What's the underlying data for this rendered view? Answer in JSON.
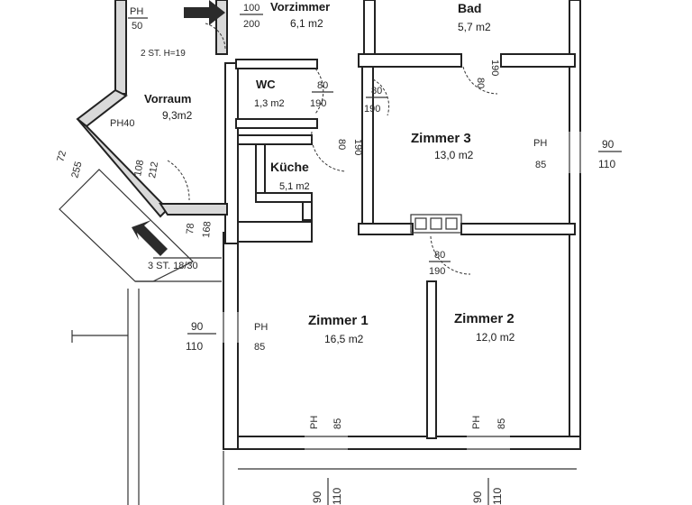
{
  "rooms": {
    "vorzimmer": {
      "name": "Vorzimmer",
      "area": "6,1 m2"
    },
    "bad": {
      "name": "Bad",
      "area": "5,7 m2"
    },
    "vorraum": {
      "name": "Vorraum",
      "area": "9,3m2"
    },
    "wc": {
      "name": "WC",
      "area": "1,3 m2"
    },
    "zimmer3": {
      "name": "Zimmer 3",
      "area": "13,0 m2"
    },
    "kueche": {
      "name": "Küche",
      "area": "5,1 m2"
    },
    "zimmer1": {
      "name": "Zimmer 1",
      "area": "16,5 m2"
    },
    "zimmer2": {
      "name": "Zimmer 2",
      "area": "12,0 m2"
    }
  },
  "dimensions": {
    "ph50": [
      "PH",
      "50"
    ],
    "door100_200": [
      "100",
      "200"
    ],
    "stairs2": "2 ST. H=19",
    "ph40": "PH40",
    "d72_255": [
      "72",
      "255"
    ],
    "d108_212": [
      "108",
      "212"
    ],
    "d78_168": [
      "78",
      "168"
    ],
    "stairs3": "3 ST. 18/30",
    "wc_door": [
      "80",
      "190"
    ],
    "vor_door": [
      "80",
      "190"
    ],
    "bad_door": [
      "80",
      "190"
    ],
    "kueche_door": [
      "80",
      "190"
    ],
    "z3_window_ph": [
      "PH",
      "85"
    ],
    "z3_window": [
      "90",
      "110"
    ],
    "z1_door": [
      "80",
      "190"
    ],
    "z1_window_left": [
      "90",
      "110"
    ],
    "z1_window_ph": [
      "PH",
      "85"
    ],
    "z1_bottom_ph": [
      "PH",
      "85"
    ],
    "z2_bottom_ph": [
      "PH",
      "85"
    ],
    "bottom_left": [
      "90",
      "110"
    ],
    "bottom_right": [
      "90",
      "110"
    ]
  }
}
